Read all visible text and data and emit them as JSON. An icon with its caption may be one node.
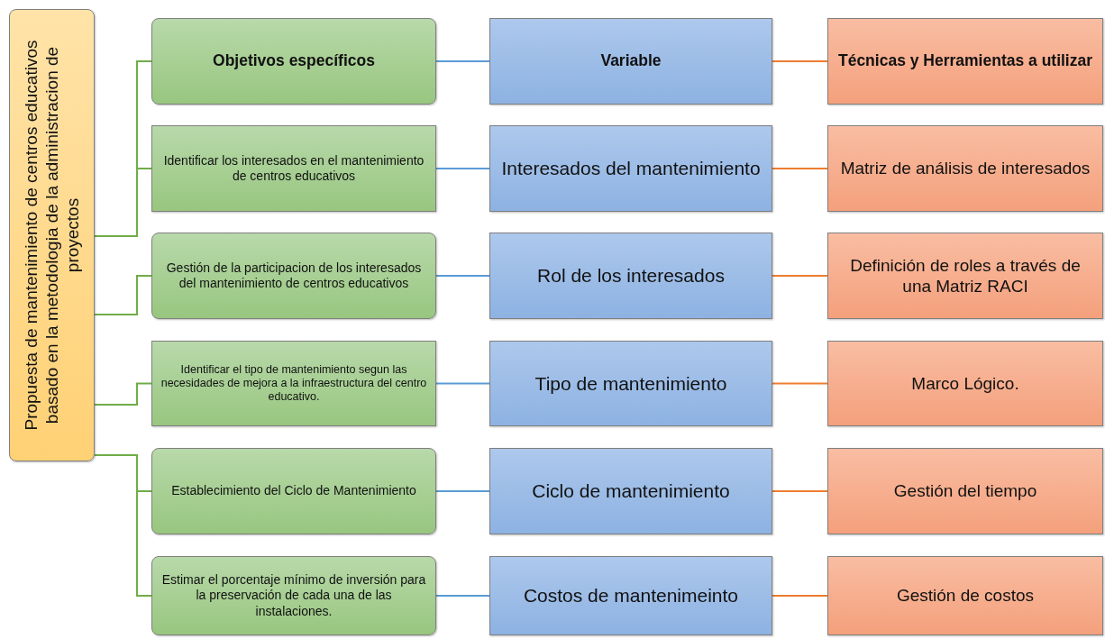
{
  "diagram": {
    "nodes": [
      {
        "text": [
          "Propuesta de mantenimiento de centros educativos basado en la metodologia de la administracion de proyectos"
        ]
      },
      {
        "text": [
          "Objetivos específicos"
        ]
      },
      {
        "text": [
          "Variable"
        ]
      },
      {
        "text": [
          "Técnicas y Herramientas a utilizar"
        ]
      },
      {
        "text": [
          "Identificar los interesados en el mantenimiento de centros educativos"
        ]
      },
      {
        "text": [
          "Interesados del mantenimiento"
        ]
      },
      {
        "text": [
          "Matriz de análisis de interesados"
        ]
      },
      {
        "text": [
          "Gestión de la participacion de los interesados del mantenimiento de centros educativos"
        ]
      },
      {
        "text": [
          "Rol de los interesados"
        ]
      },
      {
        "text": [
          "Definición de roles a través de una Matriz RACI"
        ]
      },
      {
        "text": [
          "Identificar el tipo de mantenimiento segun las necesidades de mejora a la infraestructura del centro educativo."
        ]
      },
      {
        "text": [
          "Tipo de mantenimiento"
        ]
      },
      {
        "text": [
          "Marco Lógico."
        ]
      },
      {
        "text": [
          "Establecimiento del Ciclo de Mantenimiento"
        ]
      },
      {
        "text": [
          "Ciclo de mantenimiento"
        ]
      },
      {
        "text": [
          "Gestión del tiempo"
        ]
      },
      {
        "text": [
          "Estimar el porcentaje mínimo de inversión para la preservación de cada una de las instalaciones."
        ]
      },
      {
        "text": [
          "Costos de mantenimeinto"
        ]
      },
      {
        "text": [
          "Gestión de costos"
        ]
      }
    ],
    "edges": [
      {
        "from": 0,
        "to": 1,
        "arrow": "none",
        "color": "#70ad47"
      },
      {
        "from": 0,
        "to": 4,
        "arrow": "none",
        "color": "#70ad47"
      },
      {
        "from": 0,
        "to": 7,
        "arrow": "none",
        "color": "#70ad47"
      },
      {
        "from": 0,
        "to": 10,
        "arrow": "none",
        "color": "#70ad47"
      },
      {
        "from": 0,
        "to": 13,
        "arrow": "none",
        "color": "#70ad47"
      },
      {
        "from": 0,
        "to": 16,
        "arrow": "none",
        "color": "#70ad47"
      },
      {
        "from": 1,
        "to": 2,
        "arrow": "none",
        "color": "#5b9bd5"
      },
      {
        "from": 4,
        "to": 5,
        "arrow": "none",
        "color": "#5b9bd5"
      },
      {
        "from": 7,
        "to": 8,
        "arrow": "none",
        "color": "#5b9bd5"
      },
      {
        "from": 10,
        "to": 11,
        "arrow": "none",
        "color": "#5b9bd5"
      },
      {
        "from": 13,
        "to": 14,
        "arrow": "none",
        "color": "#5b9bd5"
      },
      {
        "from": 16,
        "to": 17,
        "arrow": "none",
        "color": "#5b9bd5"
      },
      {
        "from": 2,
        "to": 3,
        "arrow": "none",
        "color": "#ed7d31"
      },
      {
        "from": 5,
        "to": 6,
        "arrow": "none",
        "color": "#ed7d31"
      },
      {
        "from": 8,
        "to": 9,
        "arrow": "none",
        "color": "#ed7d31"
      },
      {
        "from": 11,
        "to": 12,
        "arrow": "none",
        "color": "#ed7d31"
      },
      {
        "from": 14,
        "to": 15,
        "arrow": "none",
        "color": "#ed7d31"
      },
      {
        "from": 17,
        "to": 18,
        "arrow": "none",
        "color": "#ed7d31"
      }
    ]
  }
}
